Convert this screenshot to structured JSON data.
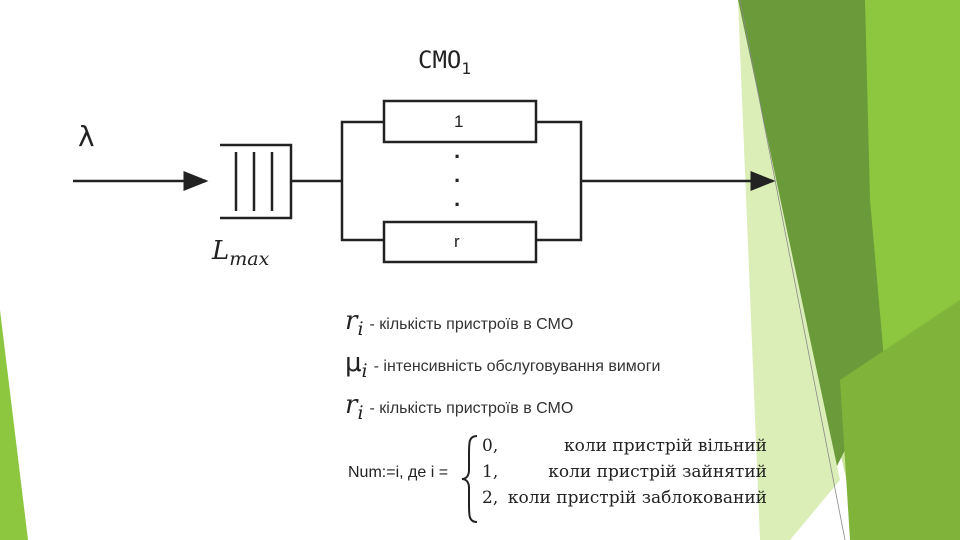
{
  "diagram": {
    "title_main": "СМО",
    "title_sub": "1",
    "input_label": "λ",
    "queue_label_main": "L",
    "queue_label_sub": "max",
    "server_top": "1",
    "server_bottom": "r",
    "dots": [
      "·",
      "·",
      "·"
    ]
  },
  "legend": [
    {
      "symbol": "r",
      "sub": "i",
      "text": "- кількість пристроїв в СМО"
    },
    {
      "symbol": "μ",
      "sub": "i",
      "text": "- інтенсивність обслуговування вимоги"
    },
    {
      "symbol": "r",
      "sub": "i",
      "text": "- кількість пристроїв в СМО"
    }
  ],
  "formula": {
    "prefix": "Num:=i, де i =",
    "cases": [
      {
        "value": "0,",
        "condition": "коли пристрій вільний"
      },
      {
        "value": "1,",
        "condition": "коли пристрій зайнятий"
      },
      {
        "value": "2,",
        "condition": "коли пристрій заблокований"
      }
    ]
  },
  "theme": {
    "accent_dark": "#6a9a3a",
    "accent": "#8dc63f",
    "accent_light": "#c6e08e"
  }
}
